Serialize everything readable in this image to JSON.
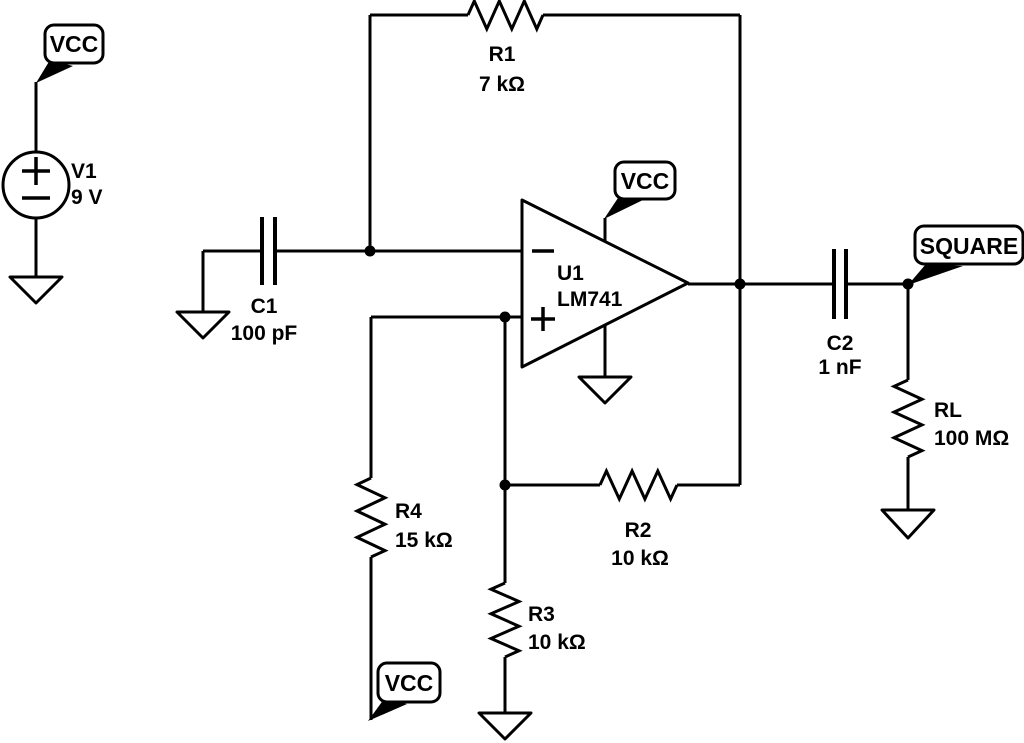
{
  "components": {
    "v1": {
      "ref": "V1",
      "value": "9 V"
    },
    "r1": {
      "ref": "R1",
      "value": "7 kΩ"
    },
    "r2": {
      "ref": "R2",
      "value": "10 kΩ"
    },
    "r3": {
      "ref": "R3",
      "value": "10 kΩ"
    },
    "r4": {
      "ref": "R4",
      "value": "15 kΩ"
    },
    "rl": {
      "ref": "RL",
      "value": "100 MΩ"
    },
    "c1": {
      "ref": "C1",
      "value": "100 pF"
    },
    "c2": {
      "ref": "C2",
      "value": "1 nF"
    },
    "u1": {
      "ref": "U1",
      "value": "LM741"
    }
  },
  "flags": {
    "vcc_v1": "VCC",
    "vcc_u1": "VCC",
    "vcc_r4": "VCC",
    "square": "SQUARE"
  },
  "colors": {
    "ink": "#000000",
    "background": "#ffffff"
  }
}
